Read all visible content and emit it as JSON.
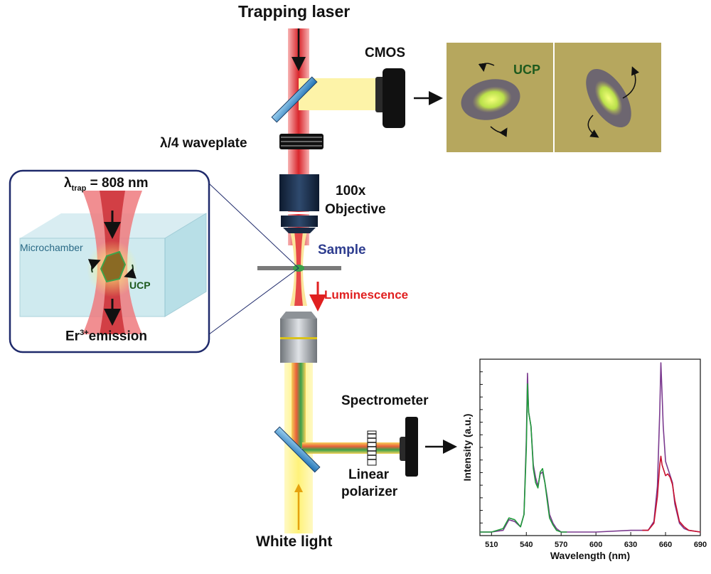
{
  "labels": {
    "trapping_laser": "Trapping laser",
    "cmos": "CMOS",
    "waveplate": "λ/4 waveplate",
    "objective_line1": "100x",
    "objective_line2": "Objective",
    "sample": "Sample",
    "luminescence": "Luminescence",
    "spectrometer": "Spectrometer",
    "polarizer_line1": "Linear",
    "polarizer_line2": "polarizer",
    "white_light": "White light"
  },
  "inset": {
    "lambda_symbol": "λ",
    "lambda_sub": "trap",
    "lambda_value": "= 808 nm",
    "microchamber": "Microchamber",
    "ucp": "UCP",
    "er_prefix": "Er",
    "er_sup": "3+",
    "er_suffix": "emission"
  },
  "camera": {
    "ucp_label": "UCP"
  },
  "colors": {
    "trap_red": "#d9262c",
    "white_light_yellow": "#fff27a",
    "emission_green": "#1f9a3a",
    "sample_blue": "#2e3d8f",
    "luminescence_red": "#e02020",
    "inset_border": "#1f2a6b",
    "camera_bg": "#b6a75e"
  },
  "chart_data": {
    "type": "line",
    "title": "",
    "xlabel": "Wavelength (nm)",
    "ylabel": "Intensity (a.u.)",
    "xlim": [
      500,
      690
    ],
    "ylim": [
      0,
      1
    ],
    "xticks": [
      510,
      540,
      570,
      600,
      630,
      660,
      690
    ],
    "y_tick_labels_shown": false,
    "series": [
      {
        "color": "#7b3a8f",
        "x": [
          500,
          510,
          520,
          525,
          530,
          535,
          538,
          540,
          541,
          542,
          544,
          546,
          548,
          550,
          552,
          554,
          556,
          558,
          560,
          563,
          566,
          570,
          580,
          600,
          630,
          645,
          650,
          653,
          655,
          656,
          657,
          658,
          660,
          662,
          664,
          666,
          668,
          672,
          676,
          680,
          690
        ],
        "y": [
          0.02,
          0.02,
          0.03,
          0.09,
          0.08,
          0.05,
          0.12,
          0.55,
          0.92,
          0.7,
          0.62,
          0.4,
          0.33,
          0.28,
          0.35,
          0.36,
          0.3,
          0.22,
          0.12,
          0.07,
          0.04,
          0.02,
          0.02,
          0.02,
          0.03,
          0.03,
          0.08,
          0.28,
          0.7,
          0.98,
          0.8,
          0.62,
          0.42,
          0.38,
          0.34,
          0.3,
          0.18,
          0.07,
          0.04,
          0.03,
          0.02
        ]
      },
      {
        "color": "#c8102e",
        "x": [
          640,
          645,
          650,
          653,
          655,
          656,
          657,
          658,
          660,
          662,
          664,
          666,
          668,
          672,
          676,
          680,
          690
        ],
        "y": [
          0.03,
          0.03,
          0.07,
          0.22,
          0.4,
          0.45,
          0.4,
          0.38,
          0.34,
          0.35,
          0.33,
          0.29,
          0.2,
          0.08,
          0.05,
          0.03,
          0.02
        ]
      },
      {
        "color": "#1f9a3a",
        "x": [
          500,
          510,
          520,
          525,
          530,
          535,
          538,
          540,
          541,
          542,
          544,
          546,
          548,
          550,
          552,
          554,
          556,
          558,
          560,
          563,
          566,
          570,
          575
        ],
        "y": [
          0.02,
          0.02,
          0.04,
          0.1,
          0.09,
          0.05,
          0.12,
          0.5,
          0.86,
          0.7,
          0.62,
          0.38,
          0.3,
          0.27,
          0.36,
          0.38,
          0.3,
          0.2,
          0.1,
          0.06,
          0.03,
          0.02,
          0.02
        ]
      }
    ]
  }
}
